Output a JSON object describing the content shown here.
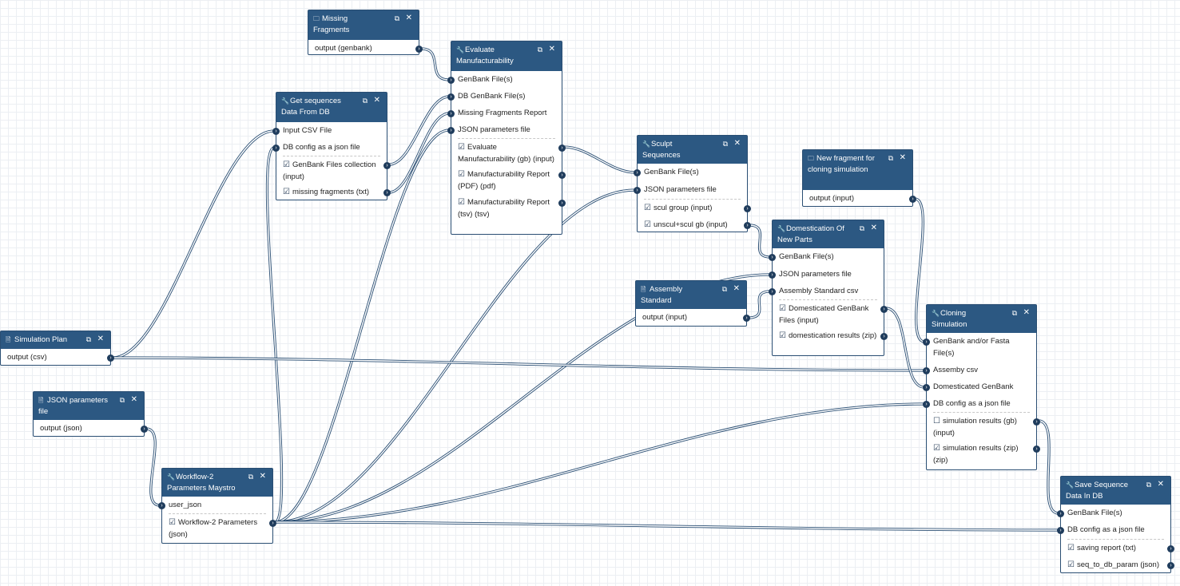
{
  "icons": {
    "folder": "folder-icon",
    "wrench": "wrench-icon",
    "file": "file-icon",
    "copy": "copy-icon",
    "close": "close-icon"
  },
  "colors": {
    "header": "#2c5882",
    "wire": "#2a4e73",
    "grid": "#eceff3"
  },
  "controls": {
    "copy_glyph": "⧉",
    "close_glyph": "✕",
    "port_glyph": "›",
    "checked_glyph": "☑",
    "unchecked_glyph": "☐"
  },
  "nodes": [
    {
      "id": "missing-fragments",
      "icon": "folder",
      "title": "Missing Fragments",
      "rows": [
        {
          "label": "output (genbank)",
          "out": true
        }
      ]
    },
    {
      "id": "evaluate-manufacturability",
      "icon": "wrench",
      "title": "Evaluate Manufacturability",
      "rows": [
        {
          "label": "GenBank File(s)",
          "in": true
        },
        {
          "label": "DB GenBank File(s)",
          "in": true
        },
        {
          "label": "Missing Fragments Report",
          "in": true
        },
        {
          "label": "JSON parameters file",
          "in": true
        },
        {
          "label": "Evaluate Manufacturability (gb) (input)",
          "out": true,
          "checked": true,
          "sep": true
        },
        {
          "label": "Manufacturability Report (PDF) (pdf)",
          "out": true,
          "checked": true
        },
        {
          "label": "Manufacturability Report (tsv) (tsv)",
          "out": true,
          "checked": true
        }
      ]
    },
    {
      "id": "get-sequences",
      "icon": "wrench",
      "title": "Get sequences Data From DB",
      "rows": [
        {
          "label": "Input CSV File",
          "in": true
        },
        {
          "label": "DB config as a json file",
          "in": true
        },
        {
          "label": "GenBank Files collection (input)",
          "out": true,
          "checked": true,
          "sep": true
        },
        {
          "label": "missing fragments (txt)",
          "out": true,
          "checked": true
        }
      ]
    },
    {
      "id": "sculpt-sequences",
      "icon": "wrench",
      "title": "Sculpt Sequences",
      "rows": [
        {
          "label": "GenBank File(s)",
          "in": true
        },
        {
          "label": "JSON parameters file",
          "in": true
        },
        {
          "label": "scul group (input)",
          "out": true,
          "checked": true,
          "sep": true
        },
        {
          "label": "unscul+scul gb (input)",
          "out": true,
          "checked": true
        }
      ]
    },
    {
      "id": "new-fragment",
      "icon": "folder",
      "title": "New fragment for cloning simulation",
      "rows": [
        {
          "label": "output (input)",
          "out": true
        }
      ]
    },
    {
      "id": "domestication",
      "icon": "wrench",
      "title": "Domestication Of New Parts",
      "rows": [
        {
          "label": "GenBank File(s)",
          "in": true
        },
        {
          "label": "JSON parameters file",
          "in": true
        },
        {
          "label": "Assembly Standard csv",
          "in": true
        },
        {
          "label": "Domesticated GenBank Files (input)",
          "out": true,
          "checked": true,
          "sep": true
        },
        {
          "label": "domestication results (zip)",
          "out": true,
          "checked": true
        }
      ]
    },
    {
      "id": "assembly-standard",
      "icon": "file",
      "title": "Assembly Standard",
      "rows": [
        {
          "label": "output (input)",
          "out": true
        }
      ]
    },
    {
      "id": "simulation-plan",
      "icon": "file",
      "title": "Simulation Plan",
      "rows": [
        {
          "label": "output (csv)",
          "out": true
        }
      ]
    },
    {
      "id": "cloning-simulation",
      "icon": "wrench",
      "title": "Cloning Simulation",
      "rows": [
        {
          "label": "GenBank and/or Fasta File(s)",
          "in": true
        },
        {
          "label": "Assemby csv",
          "in": true
        },
        {
          "label": "Domesticated GenBank",
          "in": true
        },
        {
          "label": "DB config as a json file",
          "in": true
        },
        {
          "label": "simulation results (gb) (input)",
          "out": true,
          "checked": false,
          "sep": true
        },
        {
          "label": "simulation results (zip) (zip)",
          "out": true,
          "checked": true
        }
      ]
    },
    {
      "id": "json-parameters",
      "icon": "file",
      "title": "JSON parameters file",
      "rows": [
        {
          "label": "output (json)",
          "out": true
        }
      ]
    },
    {
      "id": "workflow2-params",
      "icon": "wrench",
      "title": "Workflow-2 Parameters Maystro",
      "rows": [
        {
          "label": "user_json",
          "in": true
        },
        {
          "label": "Workflow-2 Parameters (json)",
          "out": true,
          "checked": true,
          "sep": true
        }
      ]
    },
    {
      "id": "save-sequence",
      "icon": "wrench",
      "title": "Save Sequence Data In DB",
      "rows": [
        {
          "label": "GenBank File(s)",
          "in": true
        },
        {
          "label": "DB config as a json file",
          "in": true
        },
        {
          "label": "saving report (txt)",
          "out": true,
          "checked": true,
          "sep": true
        },
        {
          "label": "seq_to_db_param (json)",
          "out": true,
          "checked": true
        }
      ]
    }
  ]
}
